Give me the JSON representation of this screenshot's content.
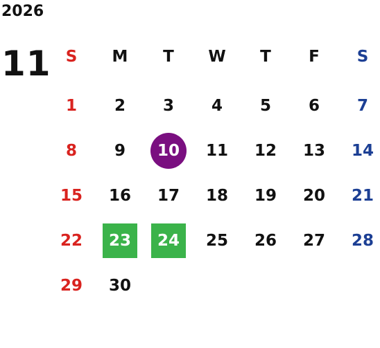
{
  "calendar": {
    "year": "2026",
    "month": "11",
    "weekdays": [
      "S",
      "M",
      "T",
      "W",
      "T",
      "F",
      "S"
    ],
    "weeks": [
      [
        "",
        "",
        "",
        "",
        "",
        "",
        ""
      ],
      [
        "1",
        "2",
        "3",
        "4",
        "5",
        "6",
        "7"
      ],
      [
        "8",
        "9",
        "10",
        "11",
        "12",
        "13",
        "14"
      ],
      [
        "15",
        "16",
        "17",
        "18",
        "19",
        "20",
        "21"
      ],
      [
        "22",
        "23",
        "24",
        "25",
        "26",
        "27",
        "28"
      ],
      [
        "29",
        "30",
        "",
        "",
        "",
        "",
        ""
      ]
    ],
    "today": "10",
    "highlighted": [
      "23",
      "24"
    ]
  },
  "colors": {
    "sunday": "#d9231f",
    "saturday": "#1c3f94",
    "weekday": "#111111",
    "today_bg": "#7a0f80",
    "highlight_bg": "#3bb34a"
  }
}
